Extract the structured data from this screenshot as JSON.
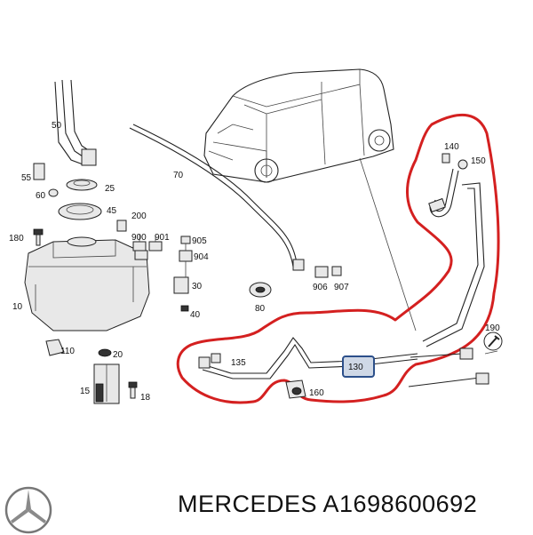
{
  "labels": {
    "p10": "10",
    "p15": "15",
    "p18": "18",
    "p20": "20",
    "p25": "25",
    "p30": "30",
    "p40": "40",
    "p45": "45",
    "p50": "50",
    "p55": "55",
    "p60": "60",
    "p70": "70",
    "p80": "80",
    "p110": "110",
    "p130": "130",
    "p135": "135",
    "p140": "140",
    "p150": "150",
    "p160": "160",
    "p180": "180",
    "p190": "190",
    "p200": "200",
    "p900": "900",
    "p901": "901",
    "p904": "904",
    "p905": "905",
    "p906": "906",
    "p907": "907"
  },
  "highlight": {
    "part": "130",
    "outline_color": "#d42020",
    "box_color": "#2c4f8a"
  },
  "footer": {
    "brand_text": "MERCEDES A1698600692"
  },
  "icons": {
    "logo": "mercedes-star-logo"
  }
}
